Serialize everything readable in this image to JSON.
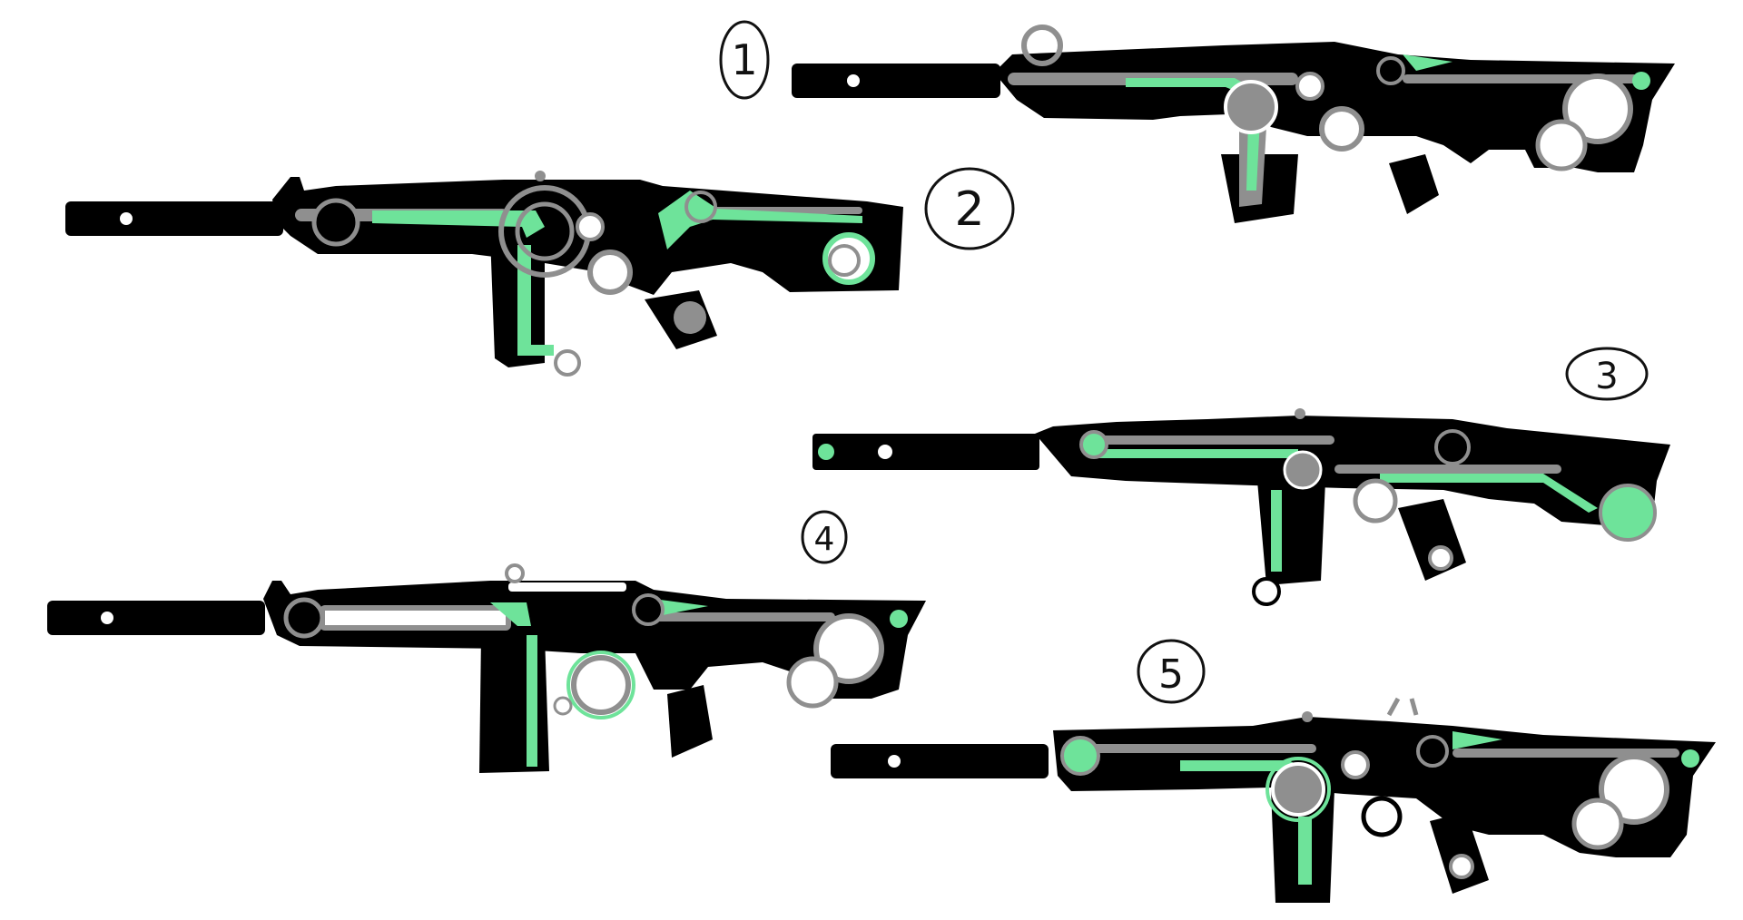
{
  "sheet": {
    "background": "#ffffff",
    "palette": {
      "body": "#000000",
      "accent_green": "#6ee39a",
      "detail_gray": "#8f8f8f",
      "highlight_white": "#ffffff"
    },
    "variants": [
      {
        "id": "variant-1",
        "number": "1"
      },
      {
        "id": "variant-2",
        "number": "2"
      },
      {
        "id": "variant-3",
        "number": "3"
      },
      {
        "id": "variant-4",
        "number": "4"
      },
      {
        "id": "variant-5",
        "number": "5"
      }
    ]
  }
}
